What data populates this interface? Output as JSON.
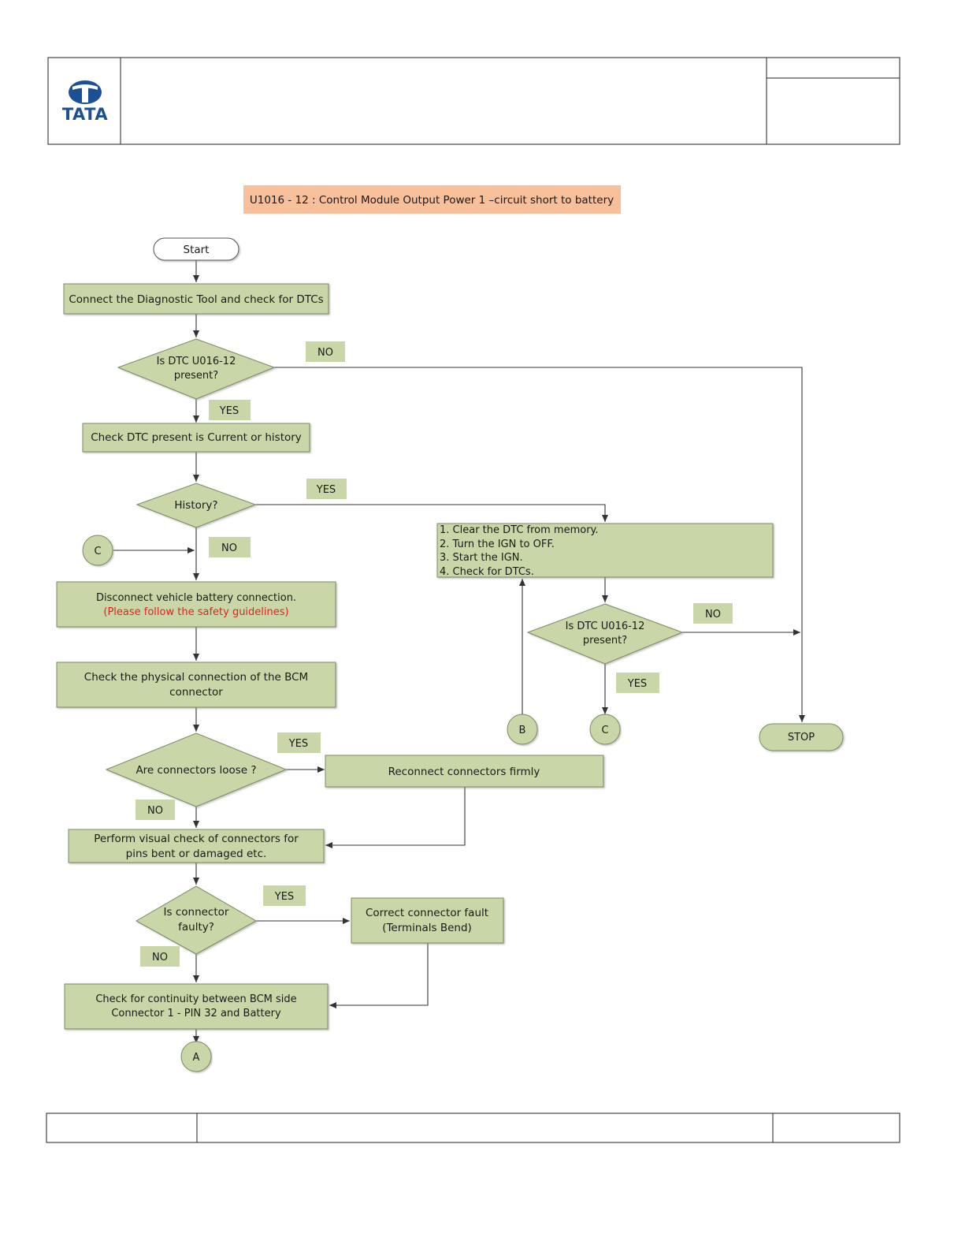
{
  "header": {
    "logo_text": "TATA"
  },
  "title": "U1016 - 12 : Control Module Output Power 1 –circuit short to battery",
  "nodes": {
    "start": "Start",
    "connect_tool": "Connect the Diagnostic Tool and check for DTCs",
    "q_dtc_present_1": [
      "Is DTC U016-12",
      "present?"
    ],
    "check_current_history": "Check DTC present is Current or history",
    "q_history": "History?",
    "clear_steps": [
      "1. Clear the DTC from memory.",
      "2. Turn the IGN to OFF.",
      "3. Start the IGN.",
      "4. Check for DTCs."
    ],
    "q_dtc_present_2": [
      "Is DTC U016-12",
      "present?"
    ],
    "disconnect_battery": "Disconnect vehicle battery connection.",
    "safety_note": "(Please follow the safety guidelines)",
    "check_physical": [
      "Check the physical connection of the BCM",
      "connector"
    ],
    "q_connectors_loose": "Are connectors loose ?",
    "reconnect": "Reconnect connectors firmly",
    "visual_check": [
      "Perform visual check of connectors for",
      "pins bent or damaged etc."
    ],
    "q_connector_faulty": [
      "Is connector",
      "faulty?"
    ],
    "correct_fault": [
      "Correct connector fault",
      "(Terminals Bend)"
    ],
    "check_continuity": [
      "Check for continuity between BCM side",
      "Connector 1 - PIN 32 and Battery"
    ],
    "stop": "STOP"
  },
  "connectors": {
    "a": "A",
    "b": "B",
    "c_top": "C",
    "c_bottom": "C"
  },
  "labels": {
    "no_1": "NO",
    "yes_1": "YES",
    "yes_history": "YES",
    "no_history": "NO",
    "no_2": "NO",
    "yes_2": "YES",
    "yes_loose": "YES",
    "no_loose": "NO",
    "yes_faulty": "YES",
    "no_faulty": "NO"
  },
  "colors": {
    "box_fill": "#c9d7a8",
    "box_stroke": "#7a8a62",
    "title_fill": "#f7bf9a",
    "warning": "#d9261c",
    "logo": "#1d4f95"
  }
}
